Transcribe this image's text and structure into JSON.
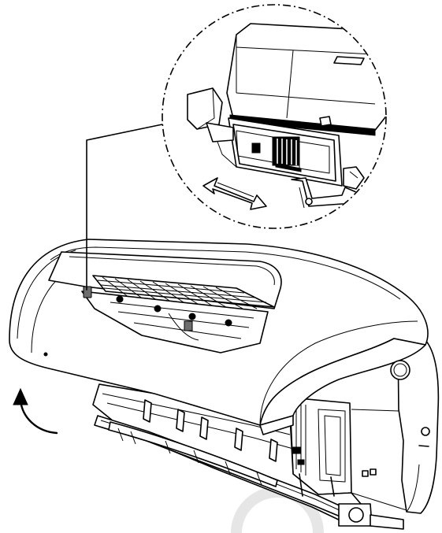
{
  "figure": {
    "icons": [
      "detail-callout-circle",
      "slide-direction-double-arrow",
      "lift-direction-curved-arrow"
    ],
    "colors": {
      "line": "#000000",
      "background": "#ffffff",
      "watermark": "#e6e6e6"
    }
  }
}
